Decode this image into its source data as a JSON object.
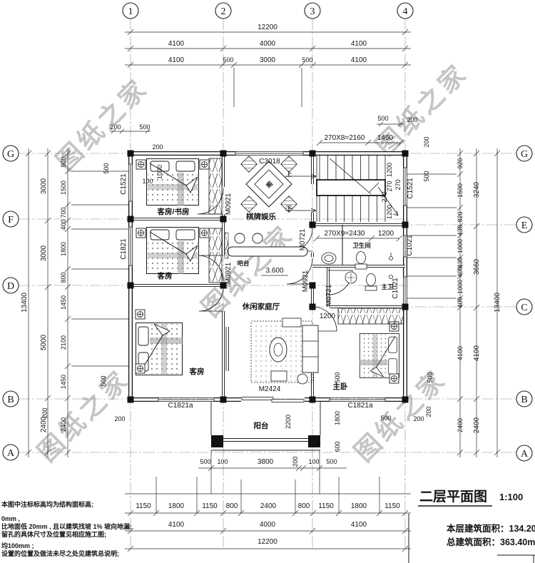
{
  "watermark": {
    "text": "图纸之家",
    "color": "#b5b5b5"
  },
  "grid": {
    "cols": [
      "1",
      "2",
      "3",
      "4"
    ],
    "left_rows": [
      "G",
      "F",
      "D",
      "B",
      "A"
    ],
    "right_rows": [
      "G",
      "E",
      "C",
      "B",
      "A"
    ]
  },
  "rooms": {
    "guest_study": "客房/书房",
    "guest_mid": "客房",
    "guest_bottom": "客房",
    "mahjong": "棋牌娱乐",
    "family_hall": "休闲家庭厅",
    "bar": "吧台",
    "bath": "卫生间",
    "master_bath": "主卫",
    "master_bed": "主卧",
    "balcony": "阳台",
    "table_char": "阁"
  },
  "openings": {
    "c3018": "C3018",
    "c1521": "C1521",
    "c1821": "C1821",
    "c1821a": "C1821a",
    "c1021": "C1021",
    "m2424": "M2424",
    "m0921": "M0921",
    "m0721": "M0721"
  },
  "stairs": {
    "up": "上",
    "down": "下"
  },
  "dims": {
    "top": {
      "total": "12200",
      "major": [
        "4100",
        "4000",
        "4100"
      ],
      "minor": [
        "4100",
        "500",
        "3000",
        "500",
        "4100"
      ]
    },
    "bottom": {
      "minor": [
        "1150",
        "1800",
        "1150",
        "800",
        "2400",
        "800",
        "1150",
        "1800",
        "1150"
      ],
      "major": [
        "4100",
        "4000",
        "4100"
      ],
      "total": "12200",
      "balcony": [
        "500",
        "100",
        "3800",
        "200",
        "100",
        "500"
      ]
    },
    "left": {
      "outer": "13400",
      "major": [
        "3000",
        "3000",
        "5000",
        "2400"
      ],
      "minor": [
        "800",
        "1500",
        "700",
        "400",
        "1800",
        "800",
        "1450",
        "2100",
        "1450",
        "2400"
      ],
      "corner_top": [
        "200",
        "500"
      ],
      "window_offset": "500",
      "inner": [
        "200",
        "1000",
        "100"
      ],
      "corner_bottom": [
        "500",
        "200",
        "200"
      ]
    },
    "right": {
      "outer": "13400",
      "major": [
        "3240",
        "3660",
        "4100",
        "2400"
      ],
      "minor": [
        "920",
        "1500",
        "820",
        "430",
        "1000",
        "430",
        "400",
        "1000",
        "400",
        "4100",
        "2400"
      ],
      "corner_top": [
        "500",
        "200"
      ],
      "side": [
        "200",
        "500"
      ],
      "niche": "270",
      "balcony_side": [
        "500",
        "1800",
        "600"
      ],
      "corner_bottom": [
        "500",
        "200",
        "200",
        "500"
      ]
    },
    "stair": {
      "top_run": "270X8=2160",
      "top_side": "1460",
      "side": [
        "1200",
        "270",
        "270",
        "1200"
      ],
      "bottom_run": "270X9=2430",
      "bottom_side": "1200"
    },
    "interior": {
      "balcony_depth": "2200",
      "closet": "1200",
      "level": "3.600"
    }
  },
  "title_block": {
    "title": "二层平面图",
    "scale": "1:100",
    "floor_area": "本层建筑面积：134.20",
    "total_area": "总建筑面积：363.40m"
  },
  "notes": [
    "本图中注标标高均为结构面标高;",
    "0mm ,",
    "比地面低 20mm , 且以建筑找坡 1% 坡向地漏;",
    "留孔的具体尺寸及位置见相应施工图;",
    "均100mm ;",
    "设置的位置及做法未尽之处见建筑总说明;"
  ]
}
